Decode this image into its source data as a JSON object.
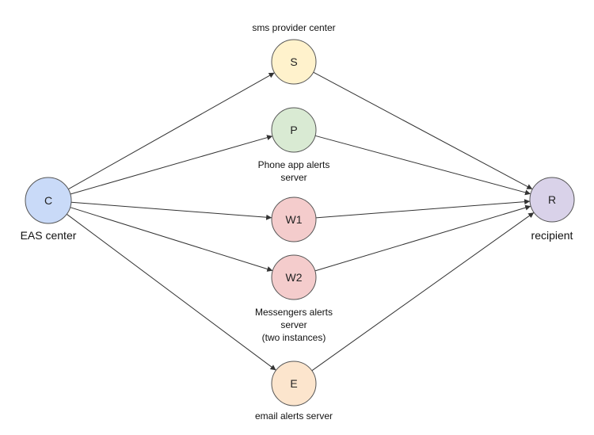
{
  "nodes": {
    "c": {
      "letter": "C",
      "color": "#c9daf8"
    },
    "s": {
      "letter": "S",
      "color": "#fff2cc"
    },
    "p": {
      "letter": "P",
      "color": "#d9ead3"
    },
    "w1": {
      "letter": "W1",
      "color": "#f4cccc"
    },
    "w2": {
      "letter": "W2",
      "color": "#f4cccc"
    },
    "e": {
      "letter": "E",
      "color": "#fce5cd"
    },
    "r": {
      "letter": "R",
      "color": "#d9d2e9"
    }
  },
  "labels": {
    "eas_center": "EAS center",
    "sms_provider": "sms provider center",
    "phone_app_line1": "Phone app alerts",
    "phone_app_line2": "server",
    "messengers_line1": "Messengers alerts",
    "messengers_line2": "server",
    "messengers_line3": "(two instances)",
    "email_server": "email alerts server",
    "recipient": "recipient"
  },
  "edges": [
    {
      "from": "c",
      "to": "s"
    },
    {
      "from": "c",
      "to": "p"
    },
    {
      "from": "c",
      "to": "w1"
    },
    {
      "from": "c",
      "to": "w2"
    },
    {
      "from": "c",
      "to": "e"
    },
    {
      "from": "s",
      "to": "r"
    },
    {
      "from": "p",
      "to": "r"
    },
    {
      "from": "w1",
      "to": "r"
    },
    {
      "from": "w2",
      "to": "r"
    },
    {
      "from": "e",
      "to": "r"
    }
  ],
  "colors": {
    "stroke": "#555555",
    "edge": "#333333"
  }
}
